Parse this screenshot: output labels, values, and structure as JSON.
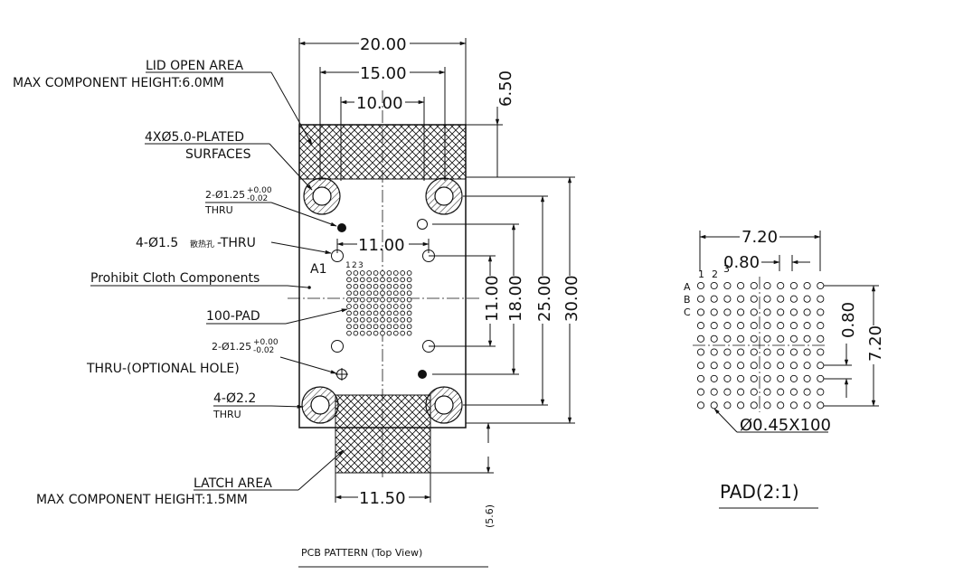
{
  "dimensions": {
    "w20": "20.00",
    "w15": "15.00",
    "w10": "10.00",
    "h650": "6.50",
    "w11": "11.00",
    "v11": "11.00",
    "v18": "18.00",
    "v25": "25.00",
    "v30": "30.00",
    "w1150": "11.50",
    "v56": "(5.6)"
  },
  "labels": {
    "lid_open_area": "LID OPEN AREA",
    "lid_max_height": "MAX COMPONENT HEIGHT:6.0MM",
    "plated_line1": "4XØ5.0-PLATED",
    "plated_line2": "SURFACES",
    "hole125_top": "2-Ø1.25",
    "hole125_tol_plus": "+0.00",
    "hole125_tol_minus": "-0.02",
    "hole125_thru": "THRU",
    "hole15": "4-Ø1.5",
    "hole15_cn": "散热孔",
    "hole15_thru": "-THRU",
    "a1": "A1",
    "prohibit": "Prohibit Cloth Components",
    "pad100": "100-PAD",
    "opt_hole_top": "2-Ø1.25",
    "opt_hole_tol_plus": "+0.00",
    "opt_hole_tol_minus": "-0.02",
    "opt_hole_thru": "THRU-(OPTIONAL HOLE)",
    "hole22": "4-Ø2.2",
    "hole22_thru": "THRU",
    "latch_area": "LATCH AREA",
    "latch_max_height": "MAX COMPONENT HEIGHT:1.5MM",
    "pcb_pattern": "PCB PATTERN (Top View)",
    "grid_cols": [
      "1",
      "2",
      "3"
    ],
    "grid_rows": [
      "A",
      "B",
      "C"
    ]
  },
  "pad_detail": {
    "w720": "7.20",
    "pitch080": "0.80",
    "v080": "0.80",
    "v720": "7.20",
    "pad_spec": "Ø0.45X100",
    "title": "PAD(2:1)",
    "cols_label": [
      "1",
      "2",
      "3"
    ],
    "rows_label": [
      "A",
      "B",
      "C"
    ]
  }
}
